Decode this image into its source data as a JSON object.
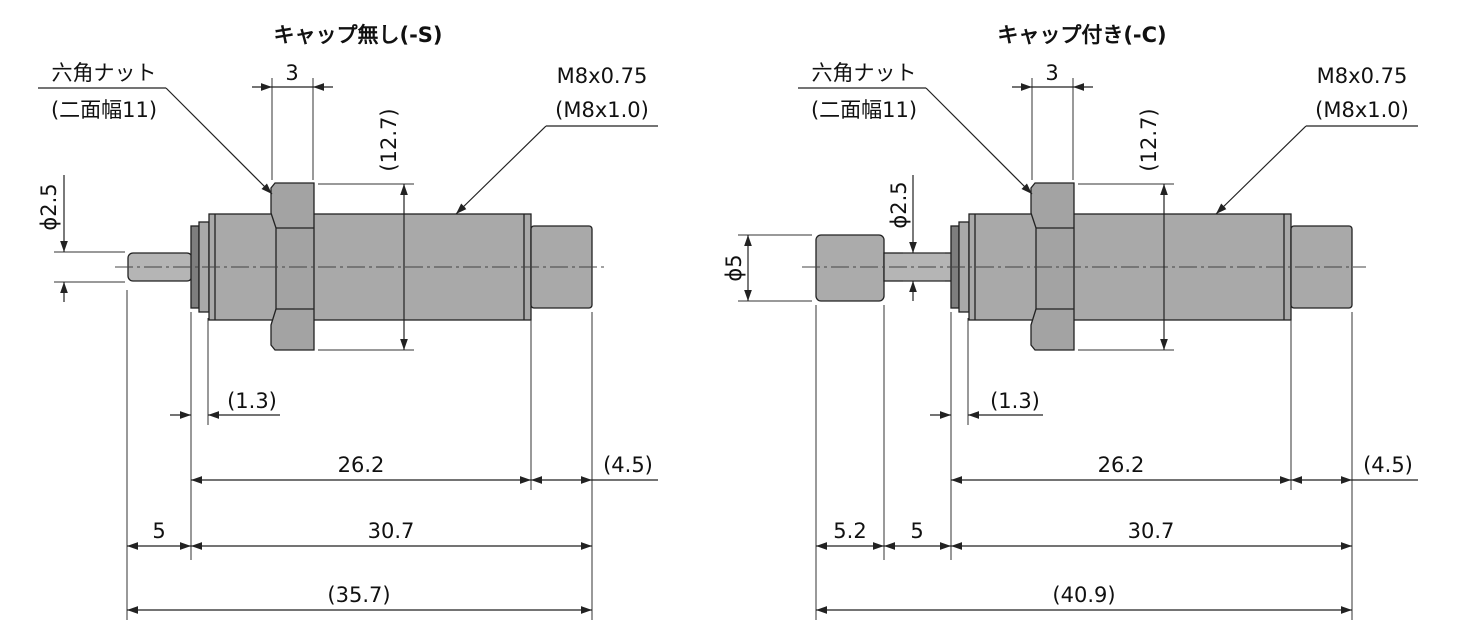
{
  "left_view": {
    "title": "キャップ無し(-S)",
    "nut_label_line1": "六角ナット",
    "nut_label_line2": "(二面幅11)",
    "thread_label_line1": "M8x0.75",
    "thread_label_line2": "(M8x1.0)",
    "dims": {
      "nut_width": "3",
      "nut_height": "(12.7)",
      "rod_diameter": "ϕ2.5",
      "flange": "(1.3)",
      "thread_length": "26.2",
      "end_length": "(4.5)",
      "stroke": "5",
      "body_length": "30.7",
      "overall": "(35.7)"
    }
  },
  "right_view": {
    "title": "キャップ付き(-C)",
    "nut_label_line1": "六角ナット",
    "nut_label_line2": "(二面幅11)",
    "thread_label_line1": "M8x0.75",
    "thread_label_line2": "(M8x1.0)",
    "dims": {
      "nut_width": "3",
      "nut_height": "(12.7)",
      "rod_diameter": "ϕ2.5",
      "cap_diameter": "ϕ5",
      "flange": "(1.3)",
      "thread_length": "26.2",
      "end_length": "(4.5)",
      "cap_length": "5.2",
      "stroke": "5",
      "body_length": "30.7",
      "overall": "(40.9)"
    }
  }
}
